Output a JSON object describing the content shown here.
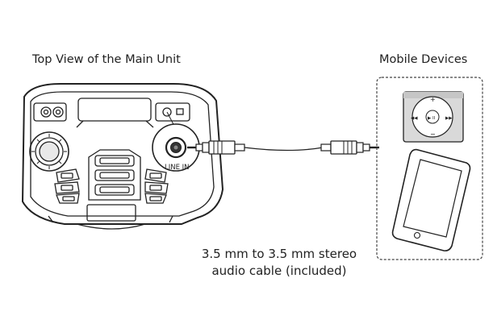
{
  "labels": {
    "main_unit": "Top View of the Main Unit",
    "mobile_devices": "Mobile Devices",
    "line_in": "LINE IN",
    "cable_line1": "3.5 mm to 3.5 mm stereo",
    "cable_line2": "audio cable (included)"
  },
  "player_buttons": {
    "plus": "+",
    "minus": "−",
    "prev": "◀◀",
    "play_pause": "▶ II",
    "next": "▶▶"
  },
  "icons": [
    "speaker-unit",
    "line-in-jack",
    "audio-cable",
    "mp3-player",
    "smartphone"
  ]
}
